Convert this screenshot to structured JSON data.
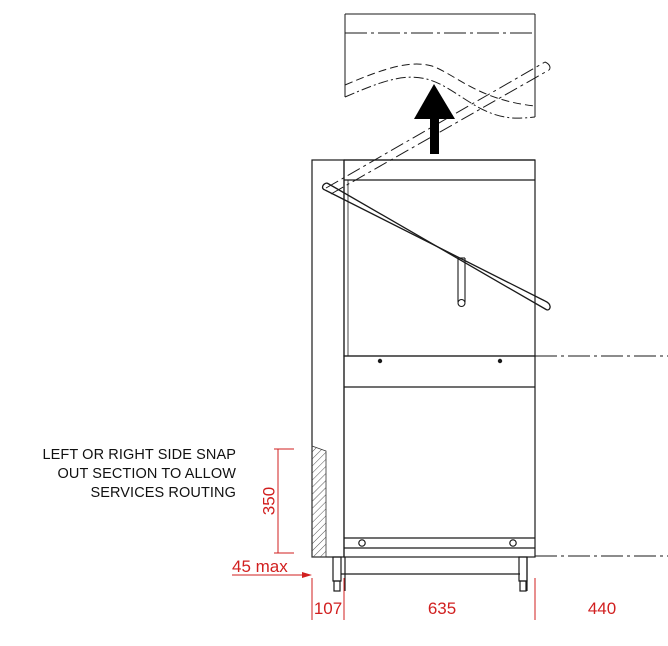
{
  "note": {
    "lines": [
      "LEFT OR RIGHT SIDE SNAP",
      "OUT SECTION TO ALLOW",
      "SERVICES ROUTING"
    ]
  },
  "dimensions": {
    "snap_height": "350",
    "offset": "45 max",
    "left_width": "107",
    "body_width": "635",
    "right_clearance": "440"
  },
  "colors": {
    "line": "#1a1a1a",
    "dimension": "#d11f1f",
    "hatch": "#555555"
  }
}
